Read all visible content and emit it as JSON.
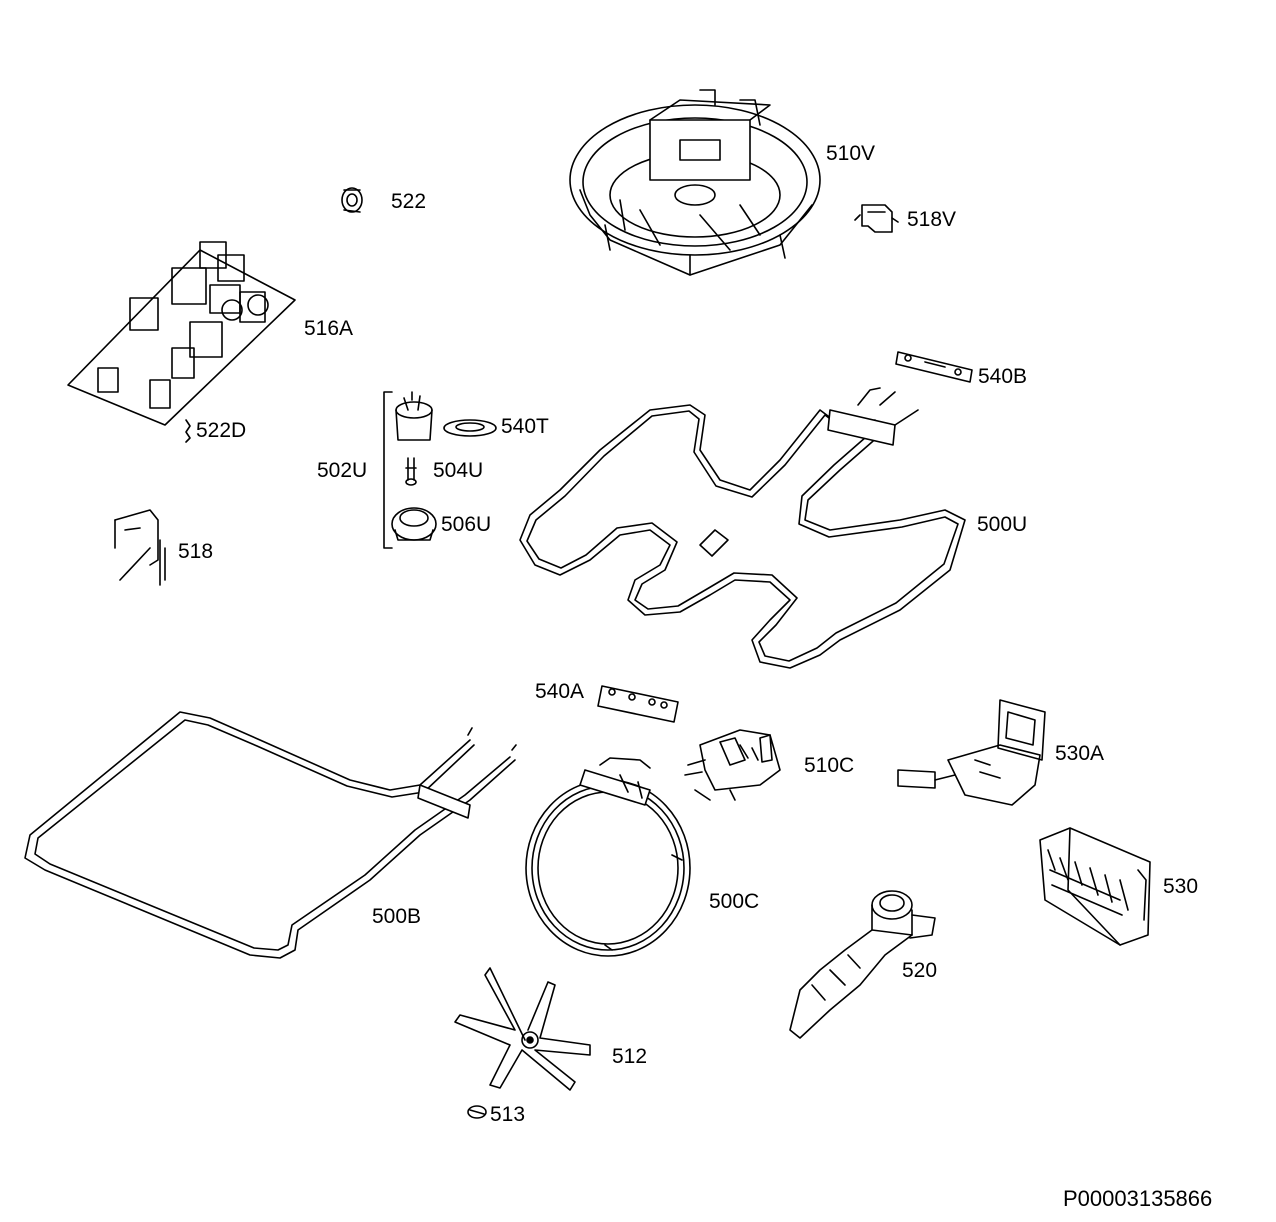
{
  "labels": {
    "p510V": "510V",
    "p522": "522",
    "p518V": "518V",
    "p516A": "516A",
    "p540B": "540B",
    "p522D": "522D",
    "p540T": "540T",
    "p502U": "502U",
    "p504U": "504U",
    "p506U": "506U",
    "p500U": "500U",
    "p518": "518",
    "p540A": "540A",
    "p510C": "510C",
    "p530A": "530A",
    "p500B": "500B",
    "p500C": "500C",
    "p530": "530",
    "p520": "520",
    "p512": "512",
    "p513": "513"
  },
  "document_ref": "P00003135866"
}
